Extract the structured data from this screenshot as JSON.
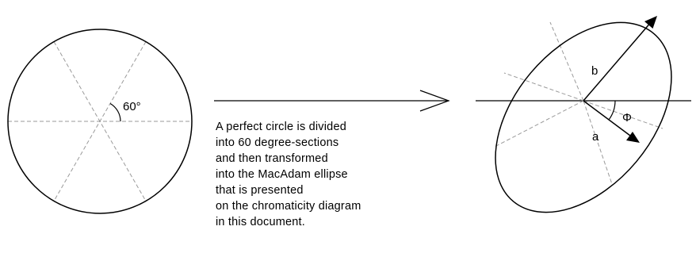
{
  "diagram": {
    "circle_angle_label": "60°",
    "ellipse_axis_label_b": "b",
    "ellipse_axis_label_a": "a",
    "ellipse_angle_label": "Φ",
    "caption_lines": [
      "A perfect circle is divided",
      "into 60 degree-sections",
      "and then transformed",
      "into the MacAdam ellipse",
      "that is presented",
      "on the chromaticity diagram",
      "in this document."
    ],
    "colors": {
      "stroke": "#000000",
      "dash": "#9a9a9a",
      "background": "#ffffff"
    }
  }
}
